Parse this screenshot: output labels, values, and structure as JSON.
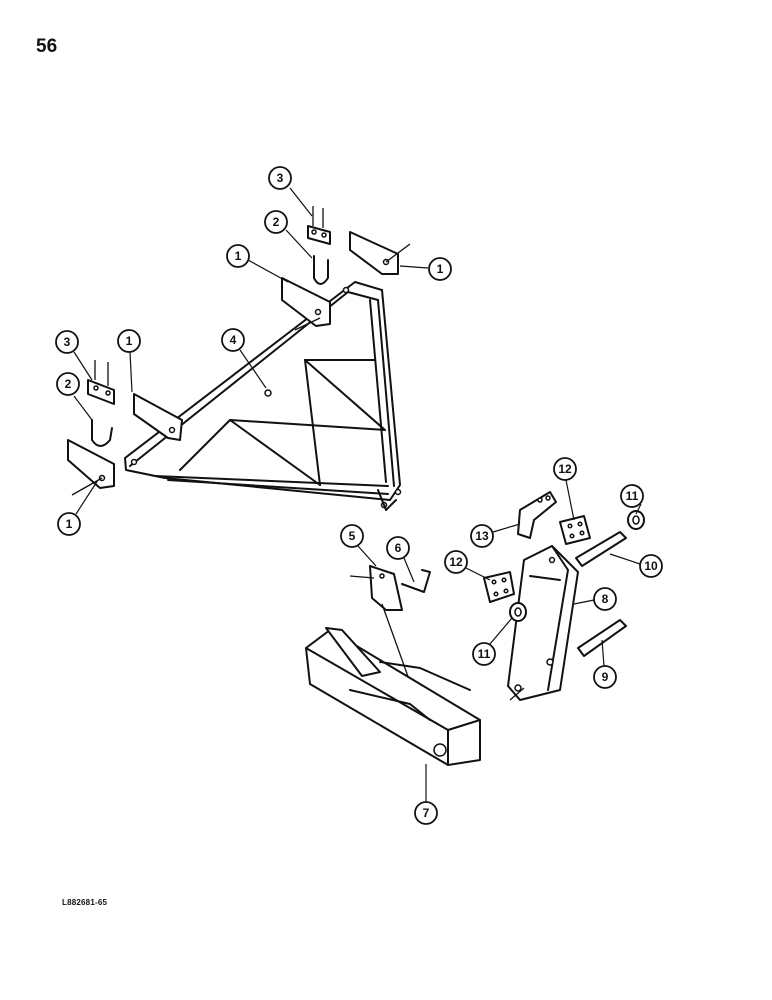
{
  "page_number": "56",
  "drawing_code": "L882681-65",
  "callouts": [
    {
      "label": "3"
    },
    {
      "label": "2"
    },
    {
      "label": "1"
    },
    {
      "label": "1"
    },
    {
      "label": "3"
    },
    {
      "label": "1"
    },
    {
      "label": "4"
    },
    {
      "label": "2"
    },
    {
      "label": "1"
    },
    {
      "label": "12"
    },
    {
      "label": "11"
    },
    {
      "label": "13"
    },
    {
      "label": "5"
    },
    {
      "label": "6"
    },
    {
      "label": "12"
    },
    {
      "label": "10"
    },
    {
      "label": "8"
    },
    {
      "label": "11"
    },
    {
      "label": "9"
    },
    {
      "label": "7"
    }
  ]
}
